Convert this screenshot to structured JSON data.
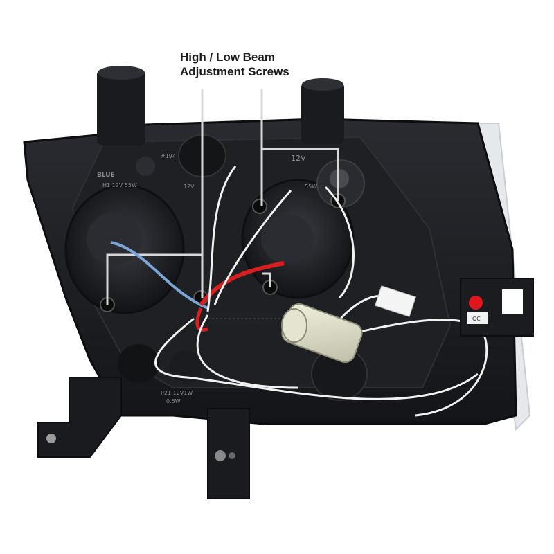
{
  "callout": {
    "line1": "High / Low Beam",
    "line2": "Adjustment Screws"
  },
  "housing_markings": {
    "left_color": "BLUE",
    "left_bulb": "H1 12V 55W",
    "left_volt": "12V",
    "right_volt": "12V",
    "right_bulb": "55W",
    "top_code": "#194",
    "lower_bulb": "P21 12V1W",
    "lower_watt": "0.5W"
  },
  "qc_label": {
    "title": "QC"
  },
  "colors": {
    "housing": "#1b1c1f",
    "lens_clear": "#e8ebee",
    "red_dot": "#e0161e",
    "wire_red": "#d81f1f",
    "wire_blue": "#7aa6d9",
    "wire_white": "#f2f2f2",
    "connector": "#dcdcc8",
    "callout_line": "#d8d8d8"
  }
}
